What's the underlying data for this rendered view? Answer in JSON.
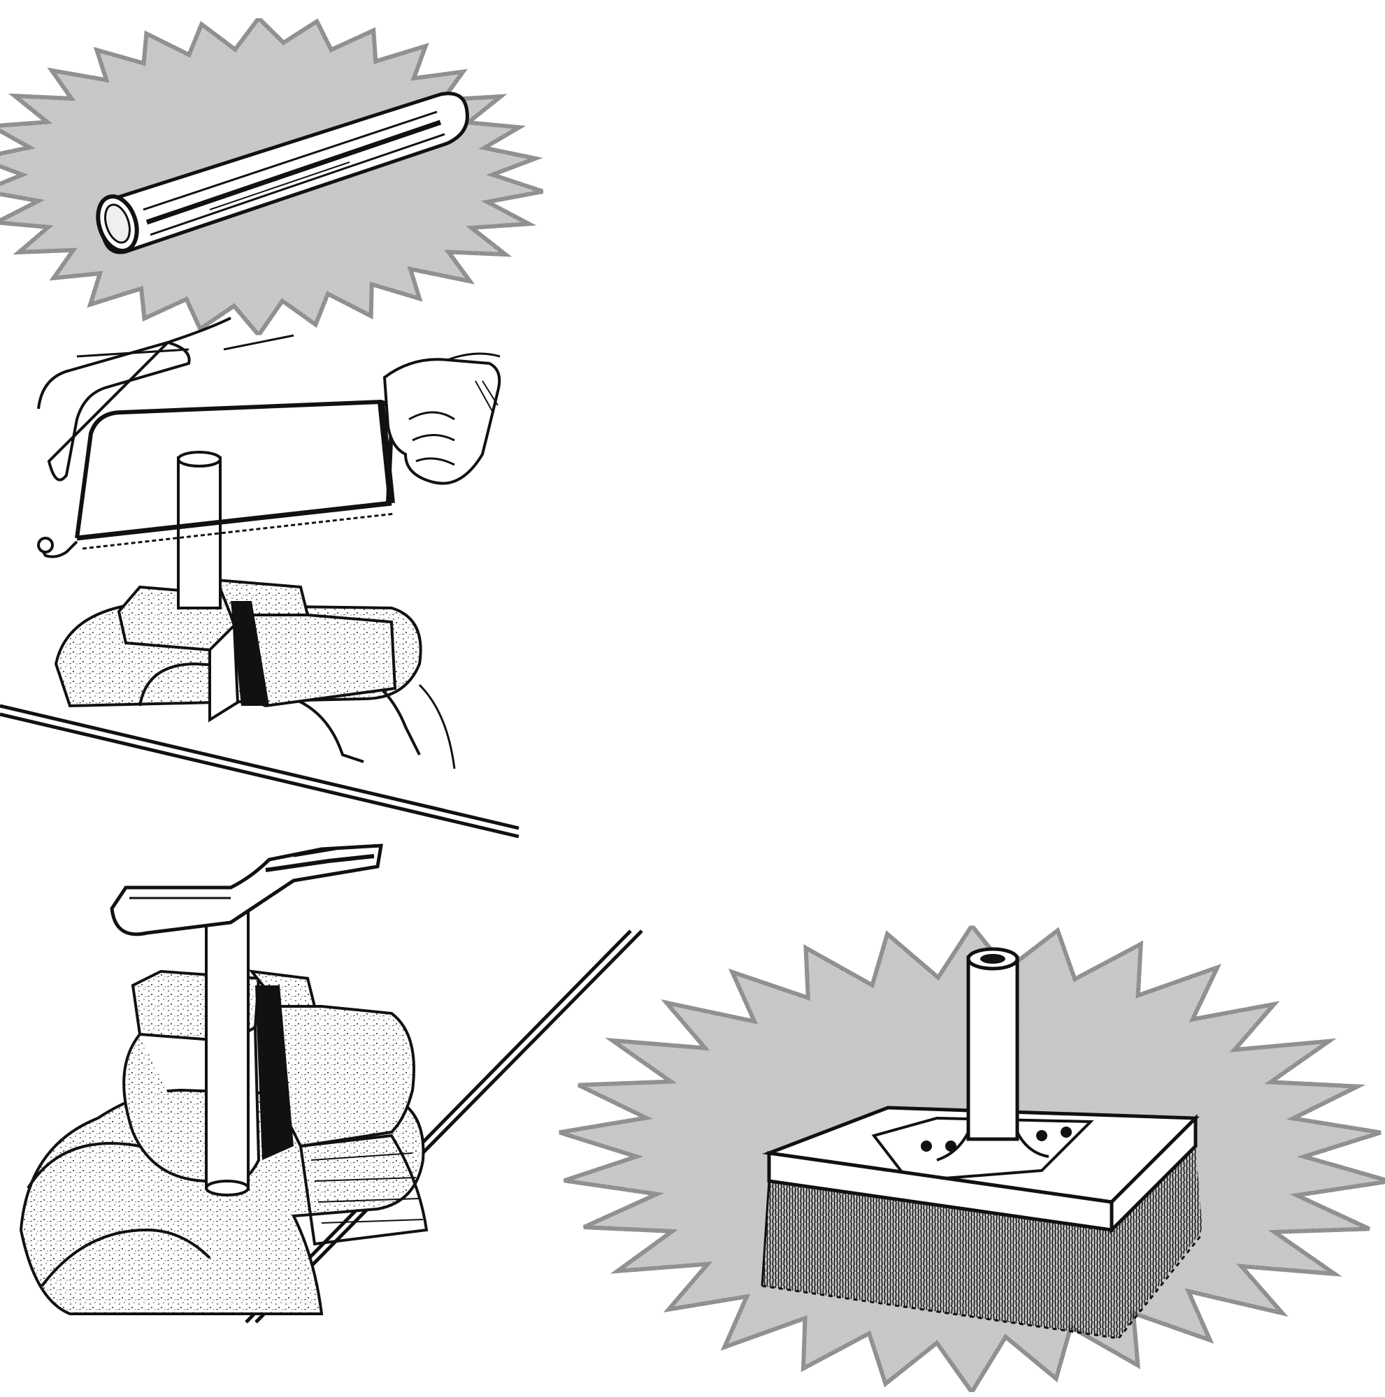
{
  "figure": {
    "panels": [
      {
        "id": "panel-1",
        "subject": "tube"
      },
      {
        "id": "panel-2",
        "subject": "sawing-in-vise"
      },
      {
        "id": "panel-3",
        "subject": "bent-ends-in-vise"
      },
      {
        "id": "panel-4",
        "subject": "brush-with-handle"
      }
    ]
  },
  "colors": {
    "ink": "#111111",
    "burst_fill": "#c9c9c9",
    "burst_edge": "#7a7a7a",
    "paper": "#ffffff",
    "divider": "#8a8a8a"
  }
}
